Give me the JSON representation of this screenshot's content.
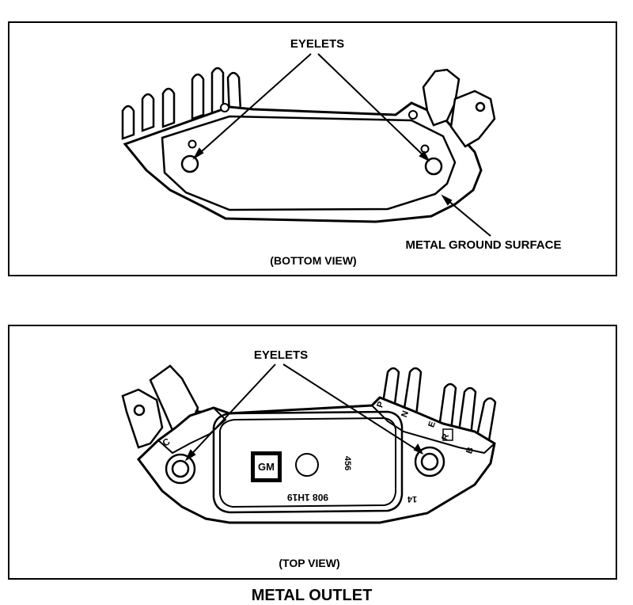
{
  "bottom_panel": {
    "eyelets_label": "EYELETS",
    "ground_label": "METAL GROUND SURFACE",
    "view_label": "(BOTTOM VIEW)"
  },
  "top_panel": {
    "eyelets_label": "EYELETS",
    "view_label": "(TOP VIEW)",
    "logo_text": "GM",
    "part_number": "908 1H19",
    "stamp_code": "456",
    "stamp_code_2": "14",
    "terminals": {
      "c": "C",
      "plus": "+",
      "p": "P",
      "n": "N",
      "e": "E",
      "r": "R",
      "b": "B"
    }
  },
  "caption": "METAL OUTLET"
}
